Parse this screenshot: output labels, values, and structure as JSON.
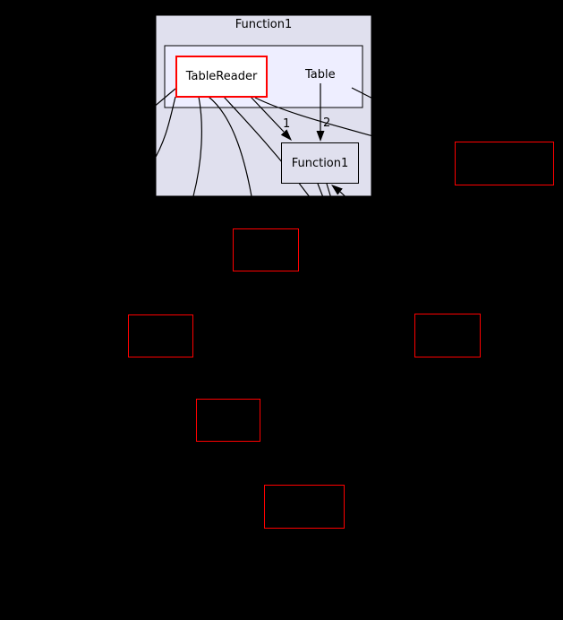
{
  "graph": {
    "clusters": {
      "outer": {
        "label": "Function1"
      },
      "inner": {
        "label": "Table"
      }
    },
    "nodes": {
      "table_reader": {
        "label": "TableReader"
      },
      "function1": {
        "label": "Function1"
      }
    },
    "edges": {
      "label_1": "1",
      "label_2": "2"
    },
    "colors": {
      "background": "#000000",
      "outer_cluster_fill": "#e0e0ee",
      "inner_cluster_fill": "#eeeeff",
      "current_node_fill": "#ffffff",
      "node_border": "#000000",
      "highlight_red": "#ff0000",
      "edge_color": "#000000",
      "text_color": "#000000"
    }
  }
}
